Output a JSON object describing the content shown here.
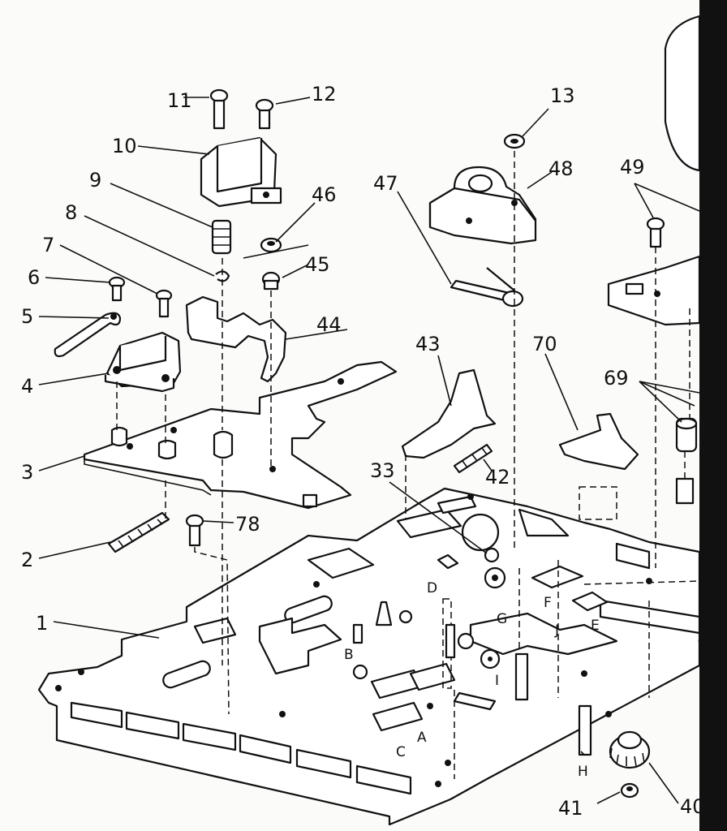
{
  "diagram": {
    "part_labels": {
      "p1": "1",
      "p2": "2",
      "p3": "3",
      "p4": "4",
      "p5": "5",
      "p6": "6",
      "p7": "7",
      "p8": "8",
      "p9": "9",
      "p10": "10",
      "p11": "11",
      "p12": "12",
      "p13": "13",
      "p33": "33",
      "p40": "40",
      "p41": "41",
      "p42": "42",
      "p43": "43",
      "p44": "44",
      "p45": "45",
      "p46": "46",
      "p47": "47",
      "p48": "48",
      "p49": "49",
      "p69": "69",
      "p70": "70",
      "p78": "78"
    },
    "reference_letters": {
      "a": "A",
      "b": "B",
      "c": "C",
      "d": "D",
      "e": "E",
      "f": "F",
      "g": "G",
      "h": "H",
      "i": "I",
      "j": "J"
    }
  }
}
